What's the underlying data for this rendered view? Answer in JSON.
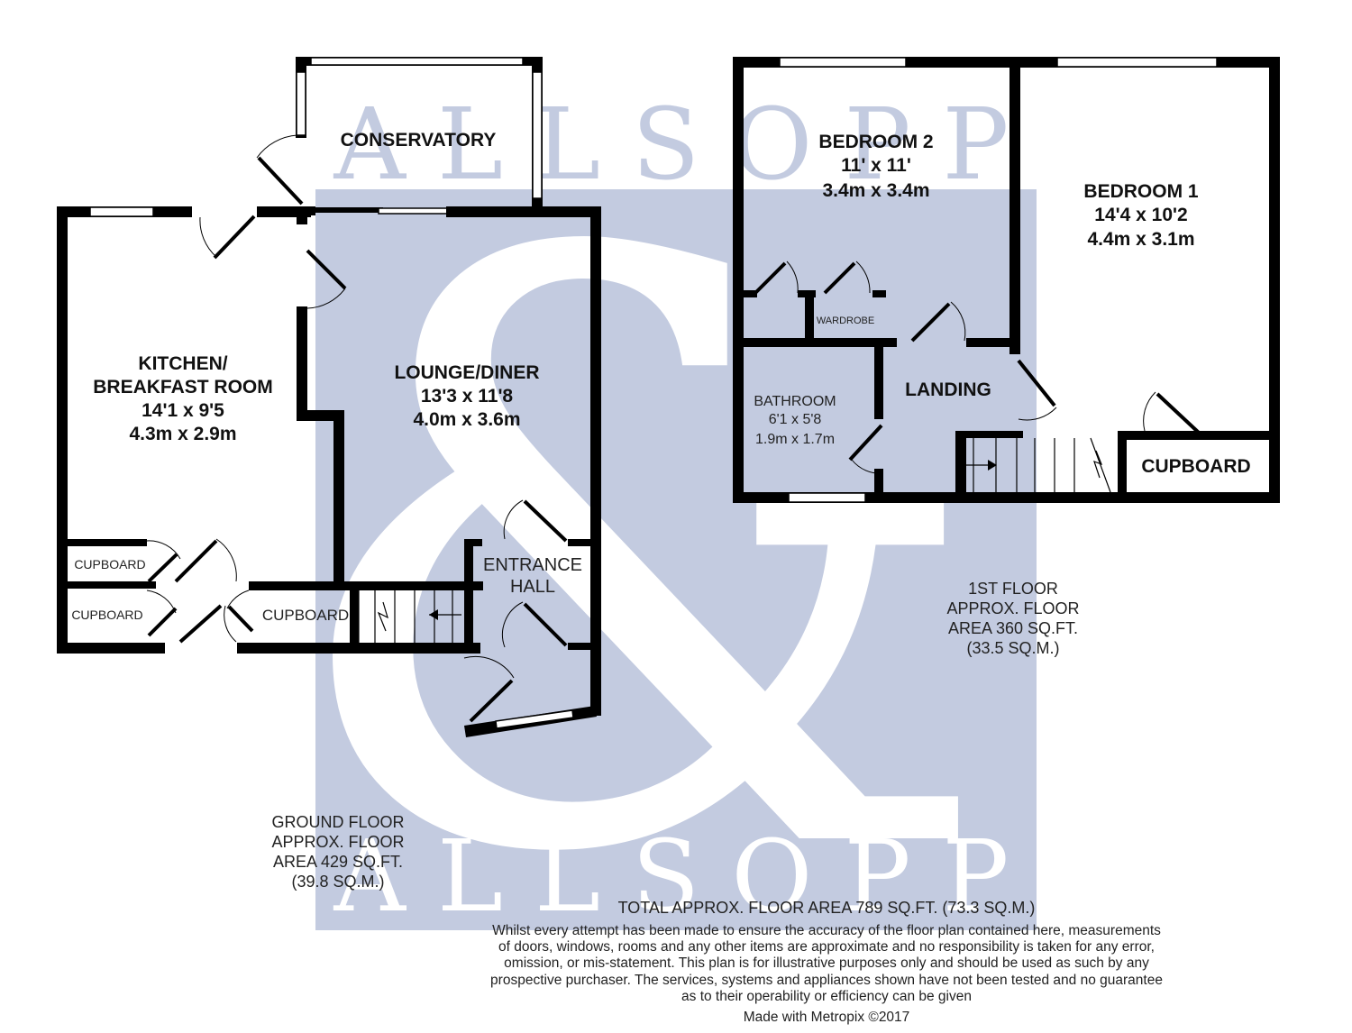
{
  "watermark": {
    "brand_top": "A L L S O P P",
    "brand_bottom": "A L L S O P P",
    "monogram": "&",
    "color": "#c3cbe0"
  },
  "ground_floor": {
    "rooms": {
      "conservatory": {
        "name": "CONSERVATORY"
      },
      "kitchen": {
        "name_1": "KITCHEN/",
        "name_2": "BREAKFAST ROOM",
        "dim_imperial": "14'1 x 9'5",
        "dim_metric": "4.3m x 2.9m"
      },
      "lounge": {
        "name": "LOUNGE/DINER",
        "dim_imperial": "13'3 x 11'8",
        "dim_metric": "4.0m x 3.6m"
      },
      "entrance": {
        "name_1": "ENTRANCE",
        "name_2": "HALL"
      },
      "cupboard_a": {
        "name": "CUPBOARD"
      },
      "cupboard_b": {
        "name": "CUPBOARD"
      },
      "cupboard_c": {
        "name": "CUPBOARD"
      }
    },
    "area": {
      "line1": "GROUND FLOOR",
      "line2": "APPROX. FLOOR",
      "line3": "AREA 429 SQ.FT.",
      "line4": "(39.8 SQ.M.)"
    }
  },
  "first_floor": {
    "rooms": {
      "bedroom2": {
        "name": "BEDROOM 2",
        "dim_imperial": "11' x 11'",
        "dim_metric": "3.4m x 3.4m"
      },
      "bedroom1": {
        "name": "BEDROOM 1",
        "dim_imperial": "14'4 x 10'2",
        "dim_metric": "4.4m x 3.1m"
      },
      "wardrobe": {
        "name": "WARDROBE"
      },
      "bathroom": {
        "name": "BATHROOM",
        "dim_imperial": "6'1 x 5'8",
        "dim_metric": "1.9m x 1.7m"
      },
      "landing": {
        "name": "LANDING"
      },
      "cupboard": {
        "name": "CUPBOARD"
      }
    },
    "area": {
      "line1": "1ST FLOOR",
      "line2": "APPROX. FLOOR",
      "line3": "AREA 360 SQ.FT.",
      "line4": "(33.5 SQ.M.)"
    }
  },
  "footer": {
    "total": "TOTAL APPROX. FLOOR AREA 789 SQ.FT. (73.3 SQ.M.)",
    "disclaimer_1": "Whilst every attempt has been made to ensure the accuracy of the floor plan contained here, measurements",
    "disclaimer_2": "of doors, windows, rooms and any other items are approximate and no responsibility is taken for any error,",
    "disclaimer_3": "omission, or mis-statement. This plan is for illustrative purposes only and should be used as such by any",
    "disclaimer_4": "prospective purchaser. The services, systems and appliances shown have not been tested and no guarantee",
    "disclaimer_5": "as to their operability or efficiency can be given",
    "credit": "Made with Metropix ©2017"
  }
}
